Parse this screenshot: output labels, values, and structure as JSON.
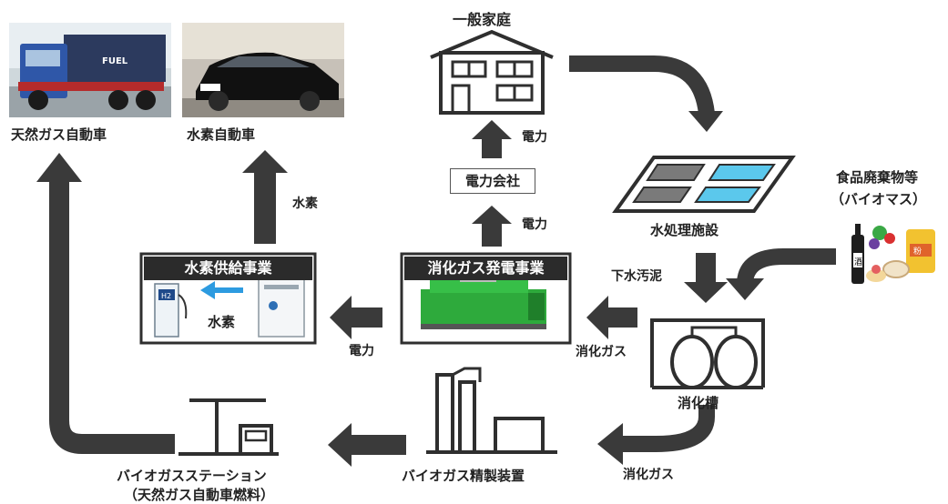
{
  "labels": {
    "household": "一般家庭",
    "power_top": "電力",
    "power_company": "電力会社",
    "power_mid": "電力",
    "ng_vehicle": "天然ガス自動車",
    "h2_vehicle": "水素自動車",
    "hydrogen_arrow": "水素",
    "water_treatment": "水処理施設",
    "food_waste_line1": "食品廃棄物等",
    "food_waste_line2": "（バイオマス）",
    "sewage_sludge": "下水汚泥",
    "h2_supply_title": "水素供給事業",
    "h2_inside": "水素",
    "digestion_power_title": "消化ガス発電事業",
    "power_left": "電力",
    "digestion_gas_1": "消化ガス",
    "digester": "消化槽",
    "digestion_gas_2": "消化ガス",
    "refinery": "バイオガス精製装置",
    "station_line1": "バイオガスステーション",
    "station_line2": "（天然ガス自動車燃料）"
  },
  "pictures": {
    "truck_sign": "FUEL",
    "h2_pump_tag": "H2",
    "sake_label": "酒",
    "bag_label": "粉"
  },
  "colors": {
    "arrow": "#3a3a3a",
    "panel_blue": "#5bc8ec",
    "panel_gray": "#7a7a7a",
    "generator_green": "#2eaa3c",
    "h2_arrow": "#2d9be0",
    "header_bg": "#2b2b2b"
  }
}
